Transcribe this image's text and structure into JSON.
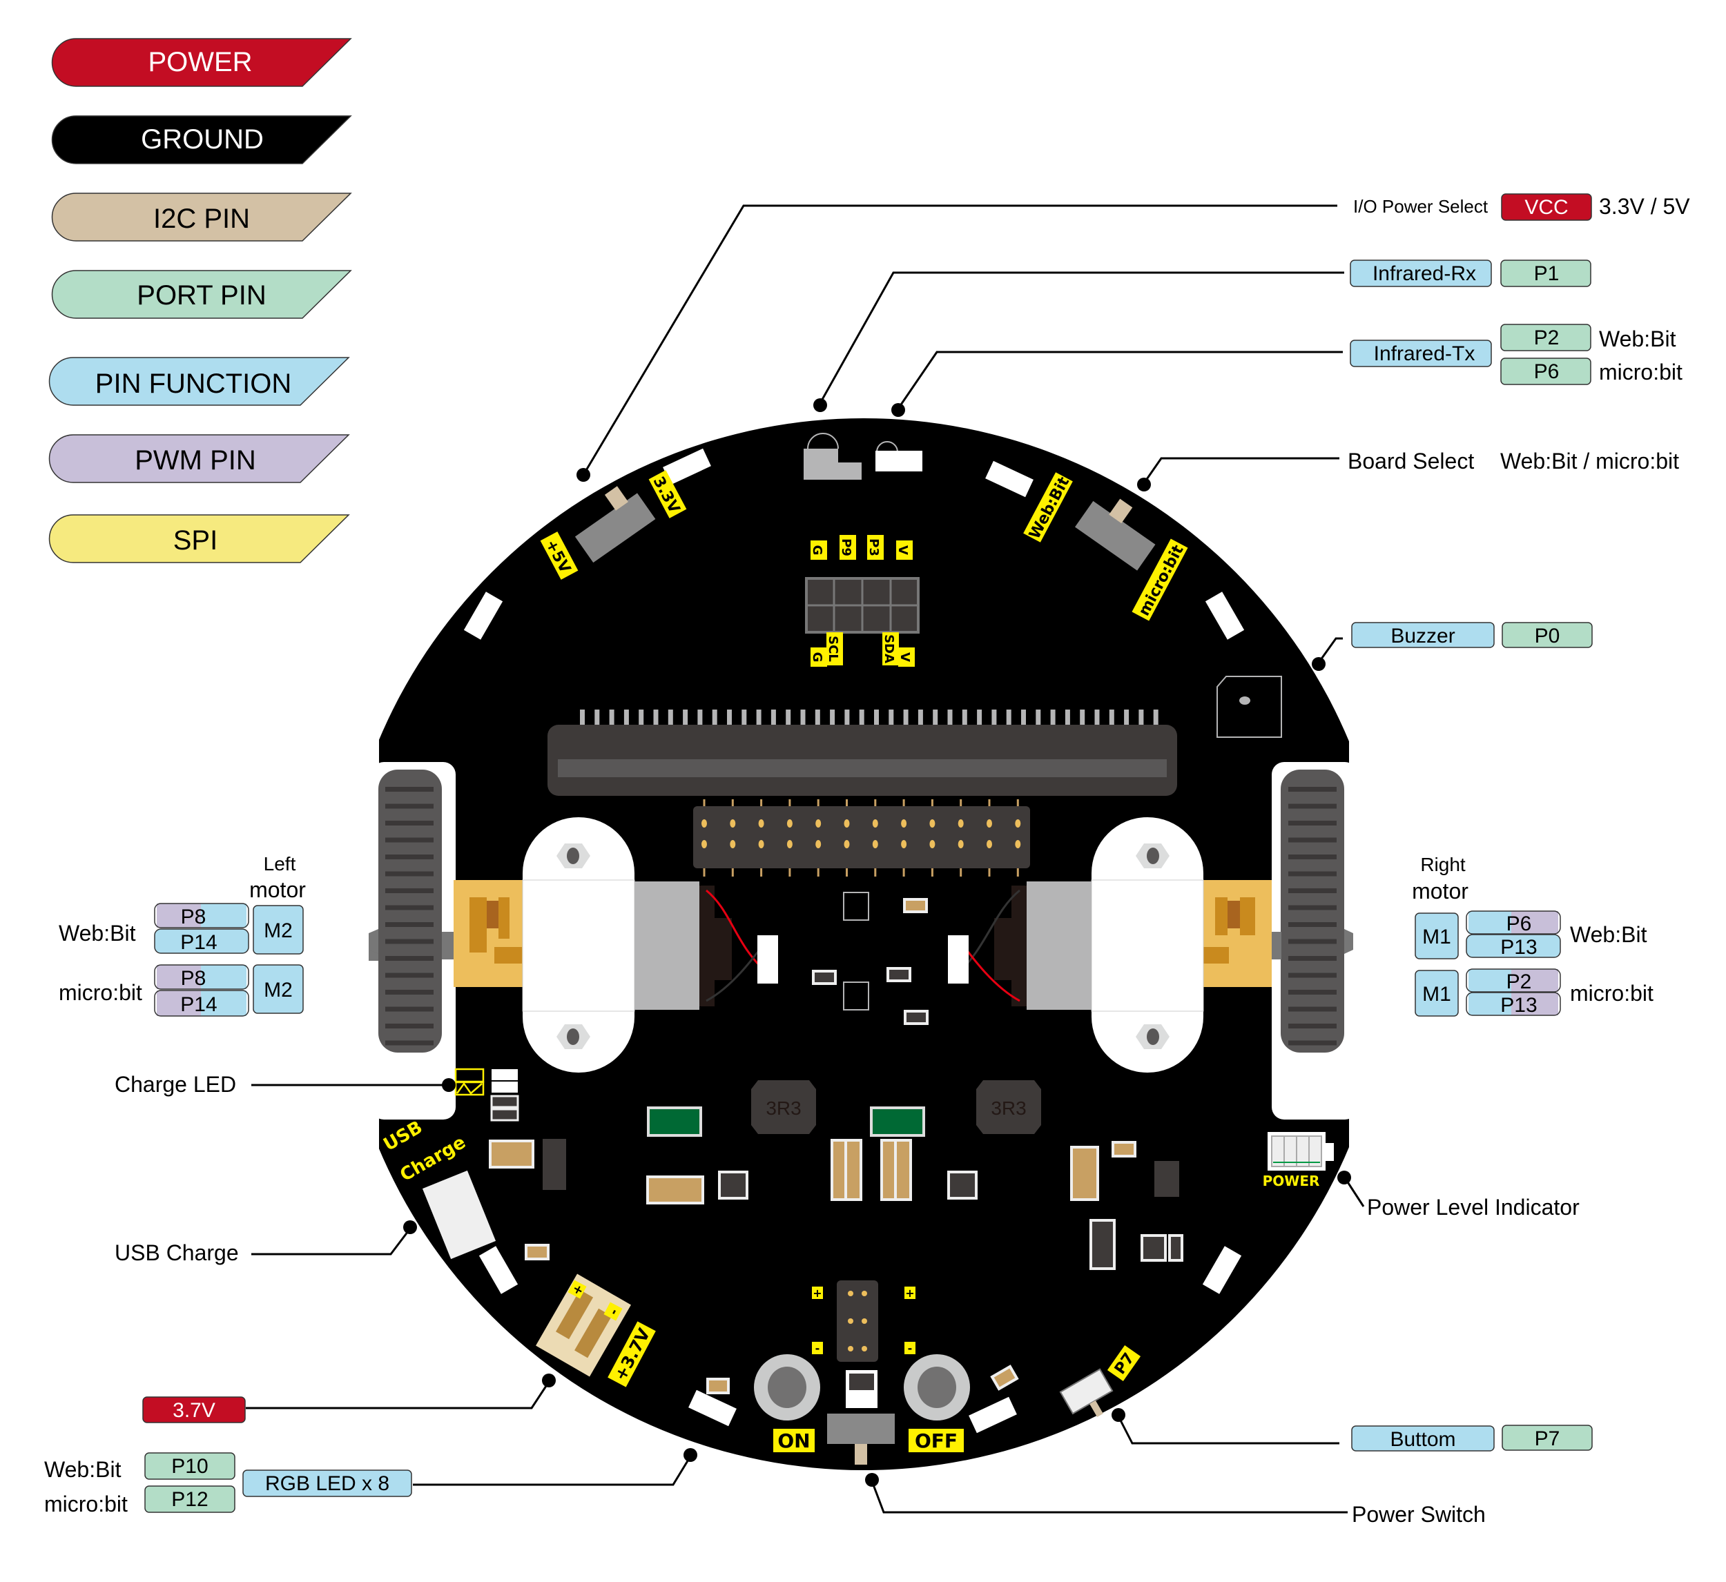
{
  "colors": {
    "power": "#C30D23",
    "ground": "#000000",
    "i2c": "#D3C1A5",
    "port": "#B3DDC7",
    "function": "#AEDDEF",
    "pwm": "#C8BFD9",
    "spi": "#F6EA7F",
    "board": "#000000",
    "silkscreen": "#FFF100",
    "wheel": "#595757",
    "gear": "#EDBE5C"
  },
  "legend": [
    {
      "label": "POWER",
      "type": "power"
    },
    {
      "label": "GROUND",
      "type": "ground"
    },
    {
      "label": "I2C PIN",
      "type": "i2c"
    },
    {
      "label": "PORT PIN",
      "type": "port"
    },
    {
      "label": "PIN FUNCTION",
      "type": "function"
    },
    {
      "label": "PWM PIN",
      "type": "pwm"
    },
    {
      "label": "SPI",
      "type": "spi"
    }
  ],
  "callouts": {
    "io_power": {
      "label": "I/O Power Select",
      "pin": "VCC",
      "value": "3.3V / 5V"
    },
    "ir_rx": {
      "function": "Infrared-Rx",
      "pin": "P1"
    },
    "ir_tx": {
      "function": "Infrared-Tx",
      "pins": [
        {
          "pin": "P2",
          "board": "Web:Bit"
        },
        {
          "pin": "P6",
          "board": "micro:bit"
        }
      ]
    },
    "board_select": {
      "label": "Board Select",
      "value": "Web:Bit / micro:bit"
    },
    "buzzer": {
      "function": "Buzzer",
      "pin": "P0"
    },
    "right_motor": {
      "title_line1": "Right",
      "title_line2": "motor",
      "rows": [
        {
          "motor": "M1",
          "pins": [
            "P6",
            "P13"
          ],
          "board": "Web:Bit"
        },
        {
          "motor": "M1",
          "pins": [
            "P2",
            "P13"
          ],
          "board": "micro:bit"
        }
      ]
    },
    "left_motor": {
      "title_line1": "Left",
      "title_line2": "motor",
      "rows": [
        {
          "motor": "M2",
          "pins": [
            "P8",
            "P14"
          ],
          "board": "Web:Bit"
        },
        {
          "motor": "M2",
          "pins": [
            "P8",
            "P14"
          ],
          "board": "micro:bit"
        }
      ]
    },
    "charge_led": {
      "label": "Charge LED"
    },
    "usb_charge": {
      "label": "USB Charge"
    },
    "battery": {
      "pin": "3.7V"
    },
    "rgb_led": {
      "function": "RGB LED x 8",
      "pins": [
        {
          "pin": "P10",
          "board": "Web:Bit"
        },
        {
          "pin": "P12",
          "board": "micro:bit"
        }
      ]
    },
    "power_level": {
      "label": "Power Level Indicator"
    },
    "button": {
      "function": "Buttom",
      "pin": "P7"
    },
    "power_switch": {
      "label": "Power Switch"
    }
  },
  "silkscreen": {
    "plus5v": "+5V",
    "v33": "3.3V",
    "webbit": "Web:Bit",
    "microbit": "micro:bit",
    "top_header": [
      "G",
      "P9",
      "P3",
      "V"
    ],
    "bottom_header": [
      "G",
      "SCL",
      "SDA",
      "V"
    ],
    "usb": "USB",
    "charge": "Charge",
    "batt": "+3.7V",
    "plus": "+",
    "minus": "-",
    "on": "ON",
    "off": "OFF",
    "p7": "P7",
    "power": "POWER",
    "inductor": "3R3"
  }
}
